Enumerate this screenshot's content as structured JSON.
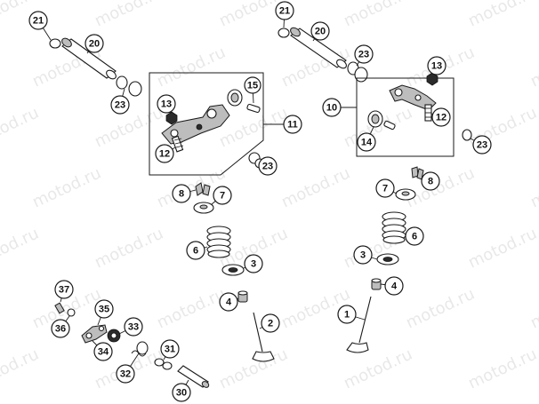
{
  "diagram": {
    "watermark_text": "motod.ru",
    "callouts": [
      {
        "id": "21a",
        "label": "21"
      },
      {
        "id": "20a",
        "label": "20"
      },
      {
        "id": "23a",
        "label": "23"
      },
      {
        "id": "13a",
        "label": "13"
      },
      {
        "id": "15",
        "label": "15"
      },
      {
        "id": "11",
        "label": "11"
      },
      {
        "id": "12a",
        "label": "12"
      },
      {
        "id": "23b",
        "label": "23"
      },
      {
        "id": "21b",
        "label": "21"
      },
      {
        "id": "20b",
        "label": "20"
      },
      {
        "id": "23c",
        "label": "23"
      },
      {
        "id": "13b",
        "label": "13"
      },
      {
        "id": "10",
        "label": "10"
      },
      {
        "id": "12b",
        "label": "12"
      },
      {
        "id": "14",
        "label": "14"
      },
      {
        "id": "23d",
        "label": "23"
      },
      {
        "id": "8a",
        "label": "8"
      },
      {
        "id": "7a",
        "label": "7"
      },
      {
        "id": "6a",
        "label": "6"
      },
      {
        "id": "3a",
        "label": "3"
      },
      {
        "id": "4a",
        "label": "4"
      },
      {
        "id": "2",
        "label": "2"
      },
      {
        "id": "7b",
        "label": "7"
      },
      {
        "id": "8b",
        "label": "8"
      },
      {
        "id": "6b",
        "label": "6"
      },
      {
        "id": "3b",
        "label": "3"
      },
      {
        "id": "4b",
        "label": "4"
      },
      {
        "id": "1",
        "label": "1"
      },
      {
        "id": "37",
        "label": "37"
      },
      {
        "id": "35",
        "label": "35"
      },
      {
        "id": "36",
        "label": "36"
      },
      {
        "id": "33",
        "label": "33"
      },
      {
        "id": "34",
        "label": "34"
      },
      {
        "id": "32",
        "label": "32"
      },
      {
        "id": "31",
        "label": "31"
      },
      {
        "id": "30",
        "label": "30"
      }
    ]
  }
}
